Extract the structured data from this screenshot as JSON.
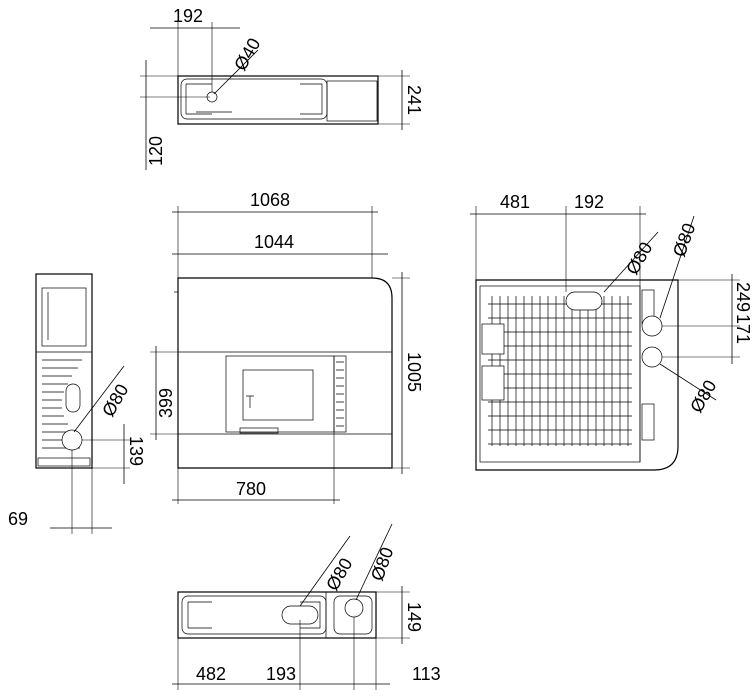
{
  "top_view": {
    "width": "192",
    "flue_diameter": "Ø40",
    "depth": "241",
    "offset": "120"
  },
  "front_view": {
    "overall_width": "1068",
    "inner_width": "1044",
    "height": "1005",
    "opening_height": "399",
    "opening_width": "780"
  },
  "side_view": {
    "flue_diameter": "Ø80",
    "flue_height": "139",
    "flue_offset": "69"
  },
  "rear_view": {
    "offset_left": "481",
    "offset_right": "192",
    "flue_top": "Ø80",
    "flue_right": "Ø80",
    "flue_lower": "Ø80",
    "dim_249": "249",
    "dim_171": "171"
  },
  "bottom_view": {
    "flue_left": "Ø80",
    "flue_right": "Ø80",
    "height": "149",
    "dim_482": "482",
    "dim_193": "193",
    "dim_113": "113"
  }
}
